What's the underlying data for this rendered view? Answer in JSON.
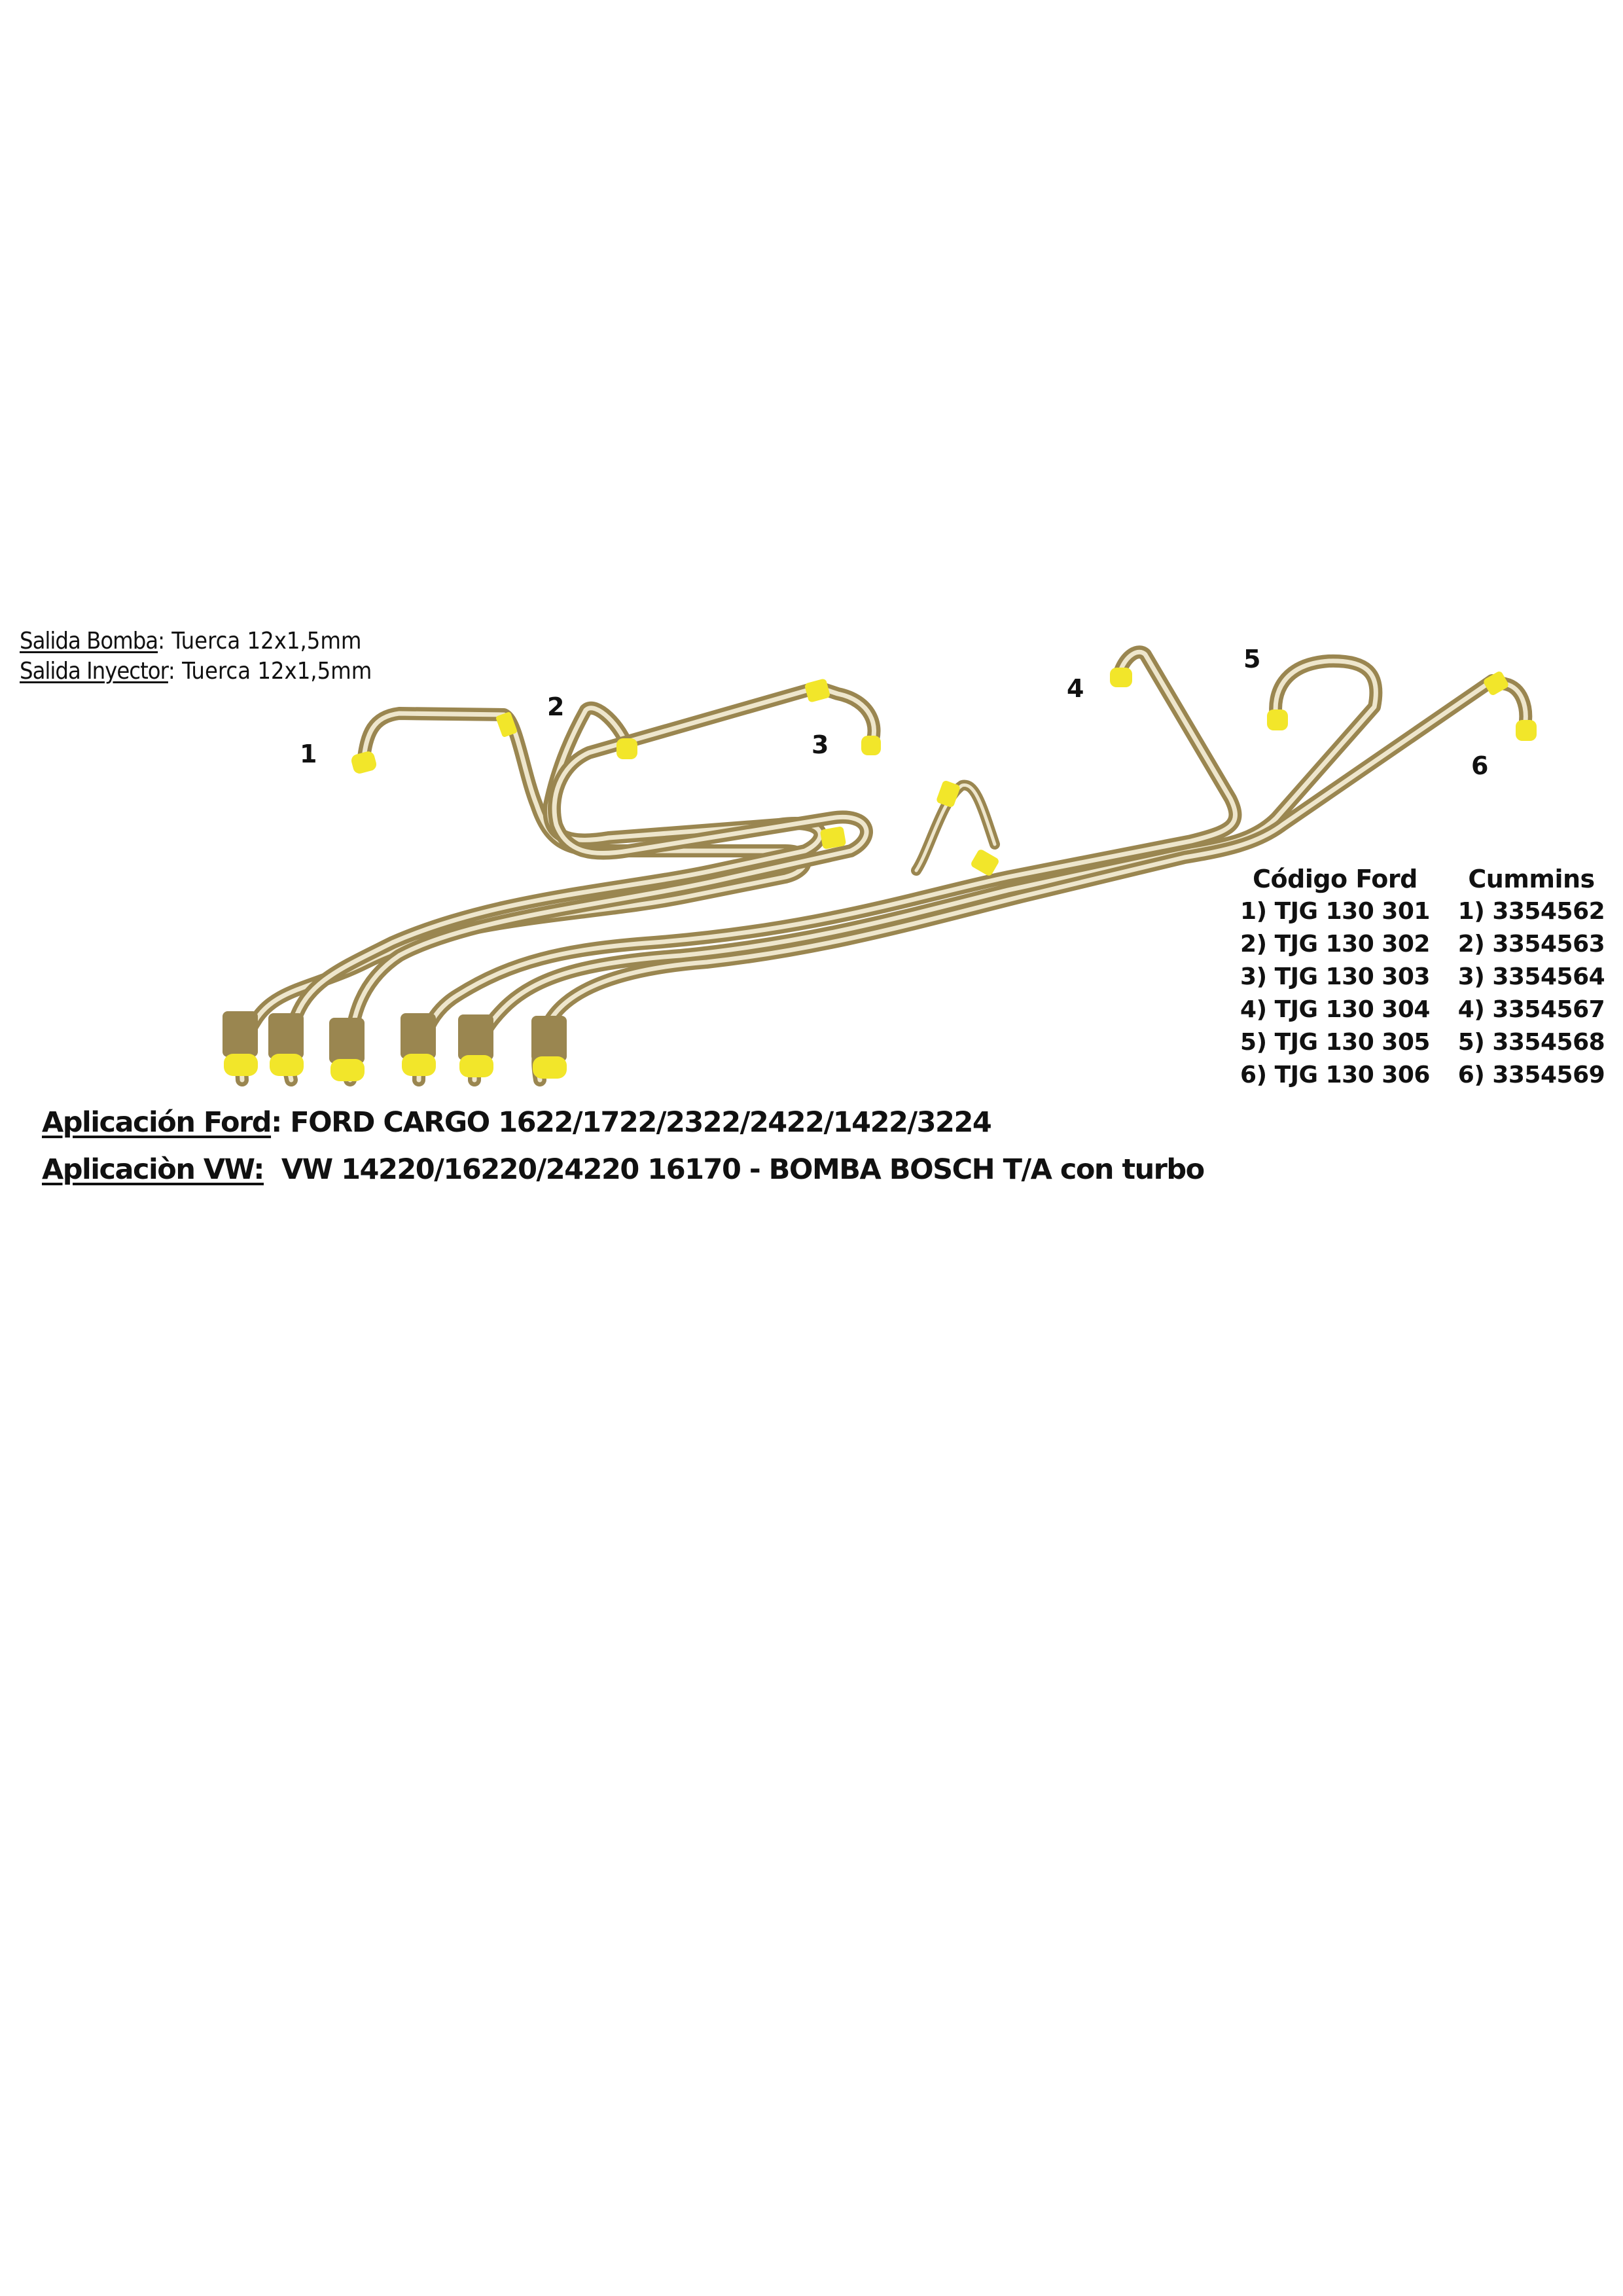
{
  "specs": {
    "bomba_label": "Salida Bomba",
    "bomba_value": ": Tuerca 12x1,5mm",
    "inyector_label": "Salida Inyector",
    "inyector_value": ":  Tuerca 12x1,5mm"
  },
  "pipe_labels": [
    "1",
    "2",
    "3",
    "4",
    "5",
    "6"
  ],
  "codes": {
    "ford_header": "Código Ford",
    "cummins_header": "Cummins",
    "ford": [
      "1) TJG 130 301",
      "2) TJG 130 302",
      "3) TJG 130 303",
      "4) TJG 130 304",
      "5) TJG 130 305",
      "6) TJG 130 306"
    ],
    "cummins": [
      "1) 3354562",
      "2) 3354563",
      "3) 3354564",
      "4) 3354567",
      "5) 3354568",
      "6) 3354569"
    ]
  },
  "applications": {
    "ford_label": "Aplicación Ford",
    "ford_value": ": FORD CARGO 1622/1722/2322/2422/1422/3224",
    "vw_label": "Aplicaciòn VW:",
    "vw_value": "  VW 14220/16220/24220 16170 - BOMBA BOSCH T/A con turbo"
  },
  "colors": {
    "pipe": "#b8a470",
    "pipe_highlight": "#efe8d0",
    "cap_yellow": "#f2e62a",
    "text": "#111111"
  }
}
